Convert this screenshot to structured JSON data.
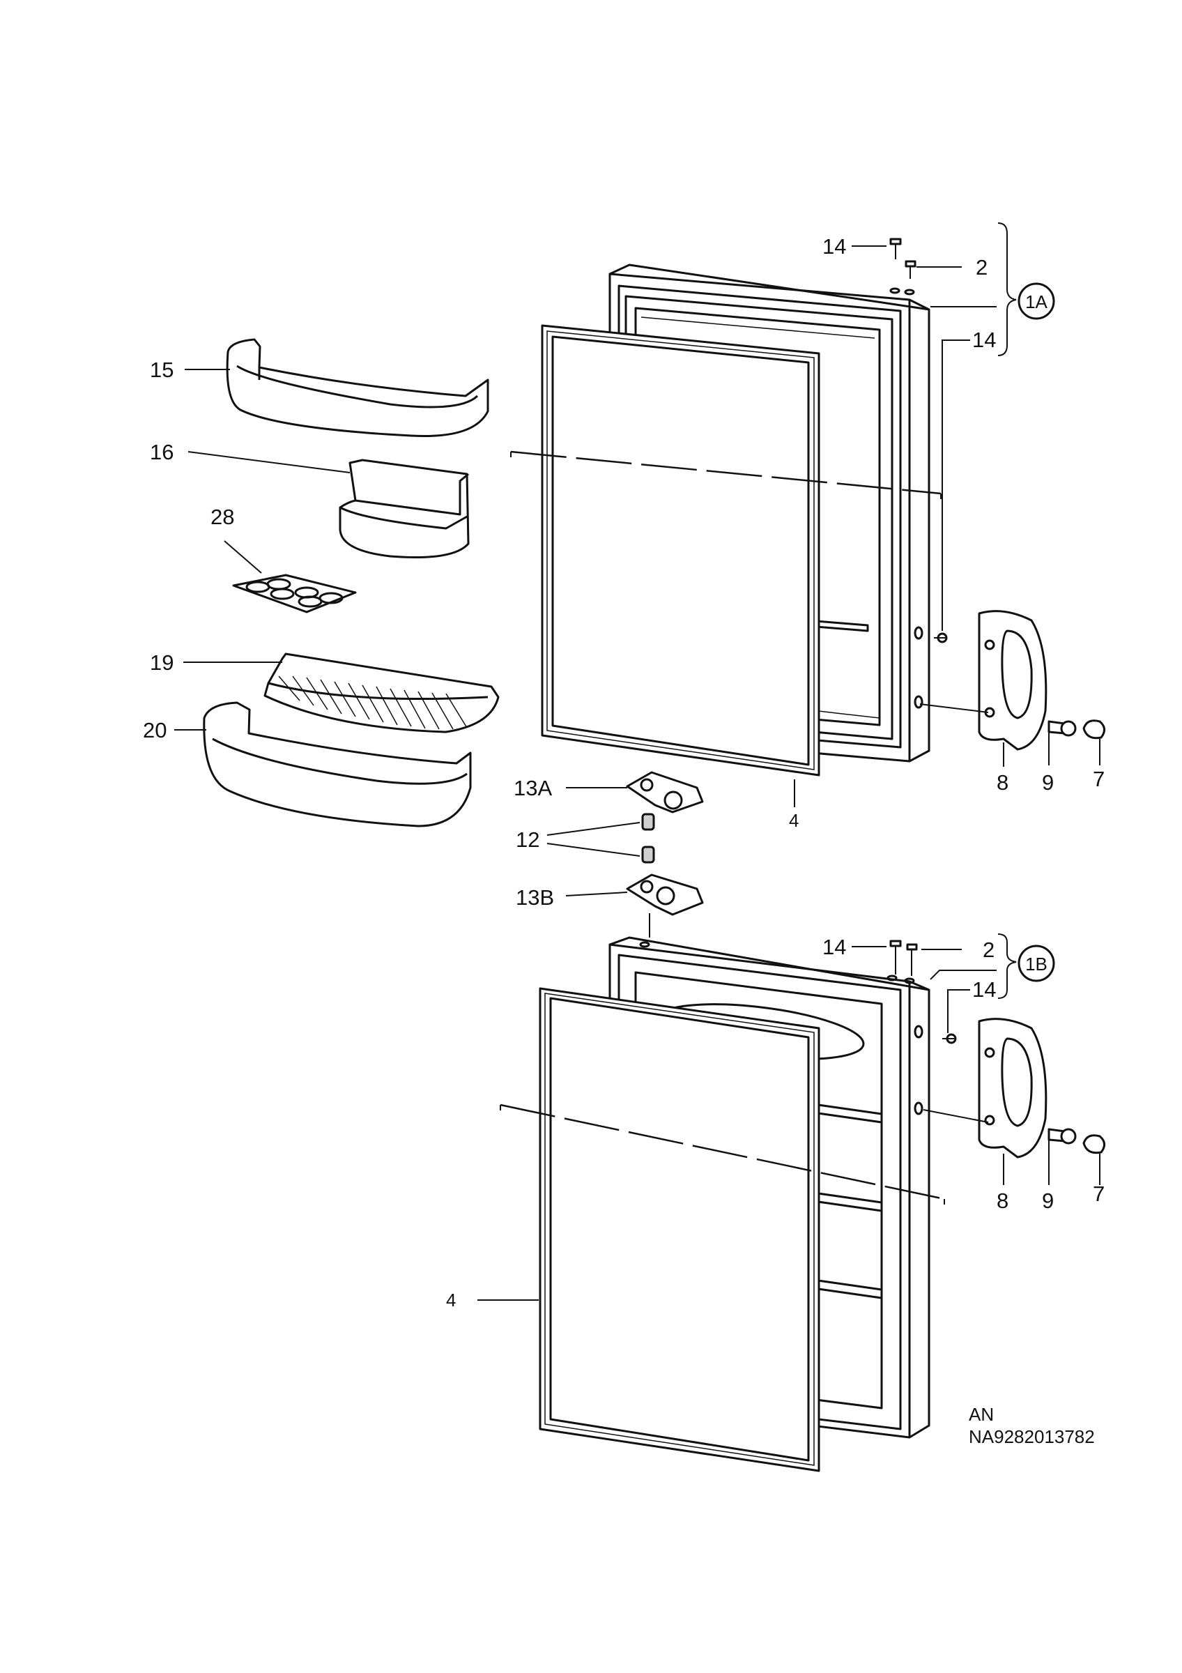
{
  "callouts": {
    "top_door": {
      "c14a": "14",
      "c2": "2",
      "c1A": "1A",
      "c14b": "14",
      "c15": "15",
      "c16": "16",
      "c28": "28",
      "c19": "19",
      "c20": "20",
      "c13A": "13A",
      "c12": "12",
      "c13B": "13B",
      "c4": "4",
      "c8": "8",
      "c9": "9",
      "c7": "7"
    },
    "bottom_door": {
      "c14a": "14",
      "c2": "2",
      "c1B": "1B",
      "c14b": "14",
      "c8": "8",
      "c9": "9",
      "c7": "7",
      "c4": "4"
    }
  },
  "footer": {
    "line1": "AN",
    "line2": "NA9282013782"
  }
}
